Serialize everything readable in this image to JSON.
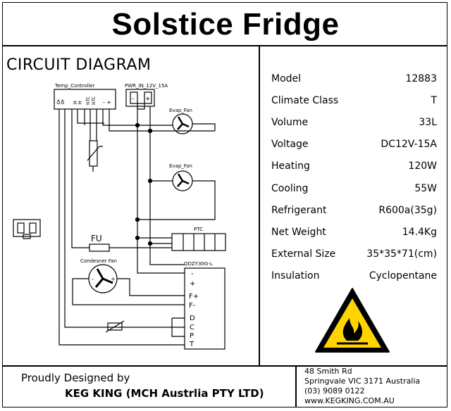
{
  "header": {
    "title": "Solstice Fridge"
  },
  "diagram": {
    "title": "CIRCUIT DIAGRAM",
    "labels": {
      "temp_controller": "Temp_Controller",
      "power_in": "PWR_IN_12V_15A",
      "evap_fan_1": "Evap_Fan",
      "evap_fan_2": "Evap_Fan",
      "fuse": "FU",
      "ptc": "PTC",
      "condenser_fan": "Condesner Fan",
      "compressor_ctrl": "QDZY30G-L",
      "term_minus": "-",
      "term_plus": "+",
      "term_fplus": "F+",
      "term_fminus": "F-",
      "term_d": "D",
      "term_c": "C",
      "term_p": "P",
      "term_t": "T"
    }
  },
  "specs": [
    {
      "label": "Model",
      "value": "12883"
    },
    {
      "label": "Climate Class",
      "value": "T"
    },
    {
      "label": "Volume",
      "value": "33L"
    },
    {
      "label": "Voltage",
      "value": "DC12V-15A"
    },
    {
      "label": "Heating",
      "value": "120W"
    },
    {
      "label": "Cooling",
      "value": "55W"
    },
    {
      "label": "Refrigerant",
      "value": "R600a(35g)"
    },
    {
      "label": "Net Weight",
      "value": "14.4Kg"
    },
    {
      "label": "External Size",
      "value": "35*35*71(cm)"
    },
    {
      "label": "Insulation",
      "value": "Cyclopentane"
    }
  ],
  "footer": {
    "designed_by": "Proudly Designed by",
    "company": "KEG KING (MCH Austrlia PTY LTD)",
    "address": [
      "48 Smith Rd",
      "Springvale VIC 3171 Australia",
      "(03) 9089 0122",
      "www.KEGKING.COM.AU"
    ]
  }
}
